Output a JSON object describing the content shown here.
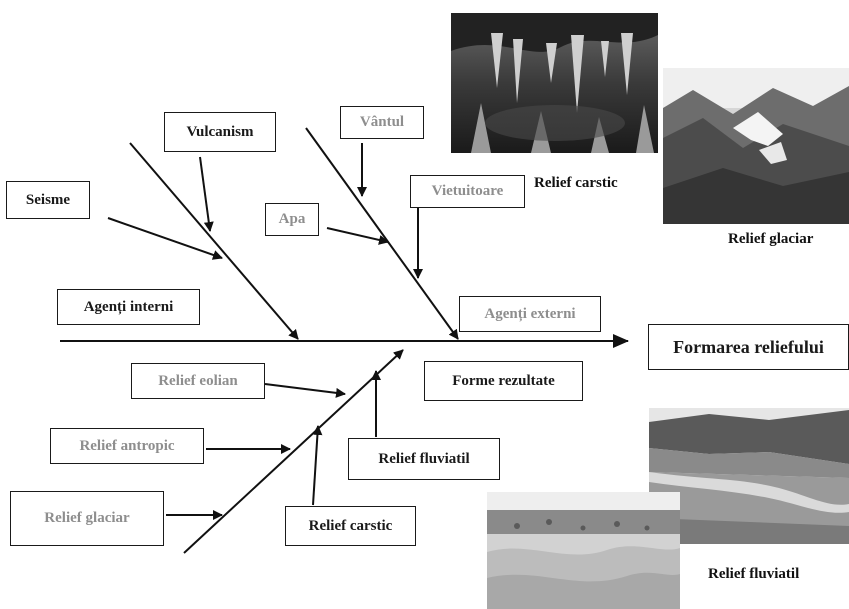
{
  "effect": "Formarea reliefului",
  "causes_top": {
    "internal": "Agenți interni",
    "external": "Agenți externi",
    "internal_factors": [
      "Vulcanism",
      "Seisme"
    ],
    "external_factors": [
      "Vântul",
      "Apa",
      "Vietuitoare"
    ]
  },
  "causes_bottom": {
    "results": "Forme rezultate",
    "forms": [
      "Relief eolian",
      "Relief antropic",
      "Relief glaciar",
      "Relief carstic",
      "Relief fluviatil"
    ]
  },
  "photo_captions": {
    "carstic": "Relief carstic",
    "glaciar": "Relief glaciar",
    "fluviatil": "Relief fluviatil"
  }
}
